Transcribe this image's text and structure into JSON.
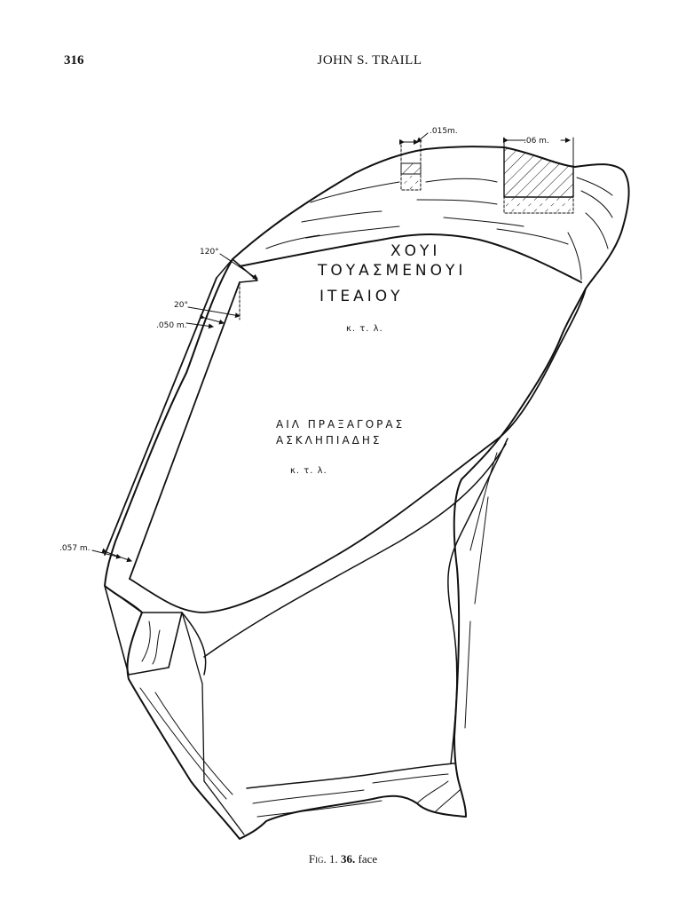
{
  "header": {
    "page_number": "316",
    "running_head": "JOHN S. TRAILL"
  },
  "figure": {
    "dimensions": {
      "top_left_gap": ".015m.",
      "top_right_gap": ".06 m.",
      "angle_top": "120°",
      "angle_side": "20°",
      "side_width_top": ".050 m.",
      "side_width_bottom": ".057 m."
    },
    "inscription_upper": {
      "line1": "ΧΟΥΙ",
      "line2": "ΤΟΥΑΣΜΕΝΟΥΙ",
      "line3": "ΙΤΕΑΙΟΥ",
      "etc": "κ. τ. λ."
    },
    "inscription_lower": {
      "line1": "ΑΙΛ ΠΡΑΞΑΓΟΡΑΣ",
      "line2": "ΑΣΚΛΗΠΙΑΔΗΣ",
      "etc": "κ. τ. λ."
    }
  },
  "caption": {
    "fig_label": "Fig. 1.",
    "number": "36.",
    "text": "face"
  }
}
